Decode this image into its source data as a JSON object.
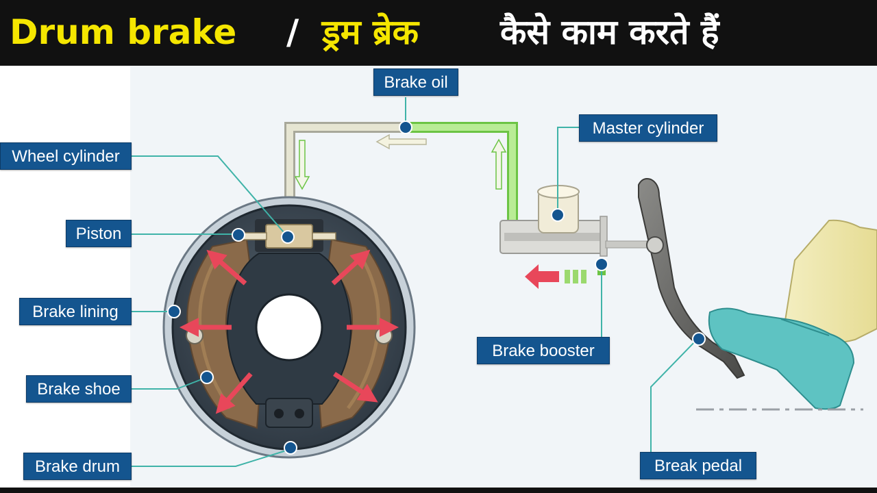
{
  "title": {
    "english": "Drum brake",
    "separator": "/",
    "hindi_term": "ड्रम ब्रेक",
    "hindi_rest": "कैसे काम करते हैं"
  },
  "labels": {
    "brake_oil": "Brake oil",
    "master_cylinder": "Master cylinder",
    "wheel_cylinder": "Wheel cylinder",
    "piston": "Piston",
    "brake_lining": "Brake lining",
    "brake_shoe": "Brake shoe",
    "brake_drum": "Brake drum",
    "brake_booster": "Brake booster",
    "break_pedal": "Break pedal"
  },
  "colors": {
    "title_bg": "#111111",
    "title_yellow": "#f5e600",
    "title_white": "#ffffff",
    "label_bg": "#14558f",
    "leader_line": "#3fb3a8",
    "marker_dot": "#14558f",
    "arrow_red": "#e8475a",
    "fluid_green": "#7ed957",
    "brake_shoe_brown": "#8a6a4a",
    "drum_dark": "#3d4a55",
    "shoe_teal": "#3fb3b8"
  }
}
